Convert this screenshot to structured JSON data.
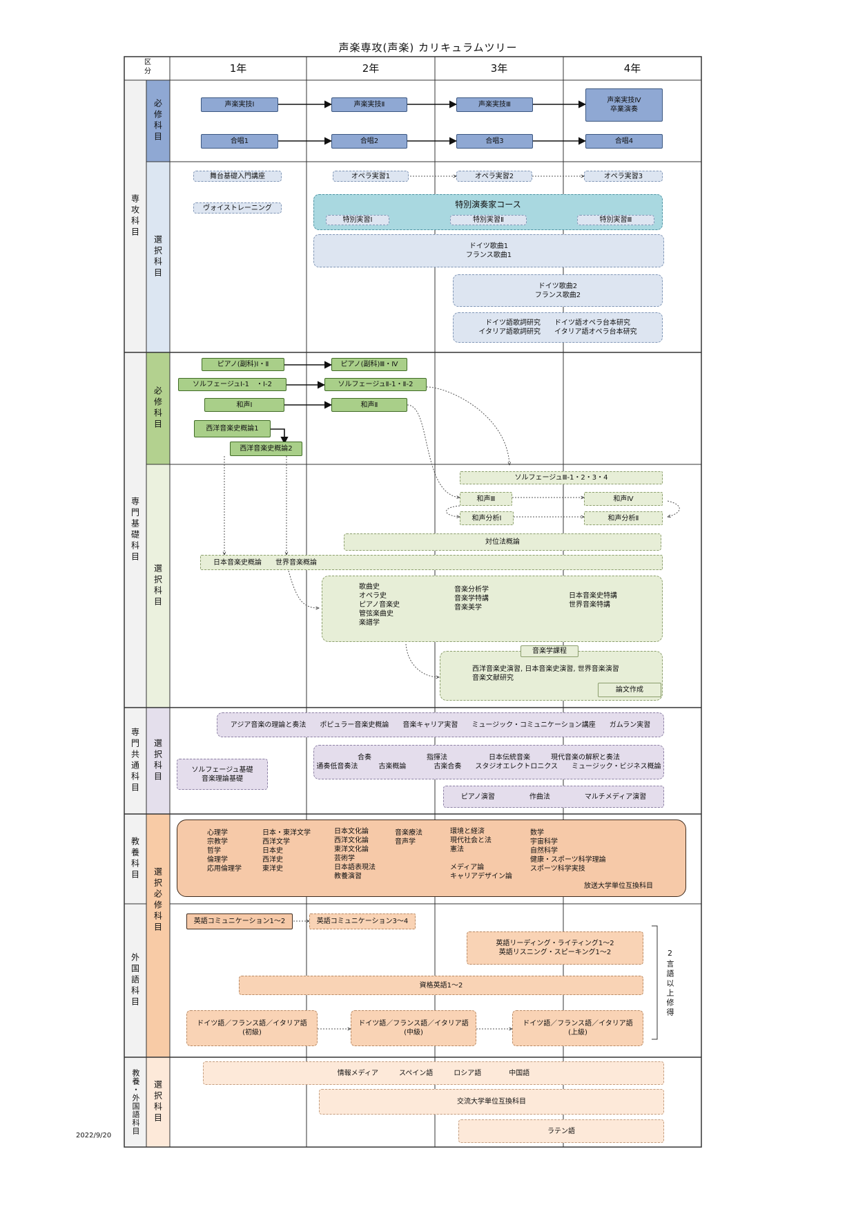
{
  "title": "声楽専攻(声楽) カリキュラムツリー",
  "date": "2022/9/20",
  "header": {
    "kubun": "区\n分",
    "years": [
      "1年",
      "2年",
      "3年",
      "4年"
    ]
  },
  "categories": {
    "senko": "専攻科目",
    "senmon_kiso": "専門基礎科目",
    "senmon_kyotsu": "専門共通科目",
    "kyoyo": "教養科目",
    "gaikokugo": "外国語科目",
    "kyoyo_gaikokugo": "教養・外国語科目",
    "hisshu": "必修科目",
    "sentaku": "選択科目",
    "sentaku_hisshu": "選択必修科目"
  },
  "colors": {
    "blue_band": "#8fa8d3",
    "blue_light_band": "#dce6f2",
    "green_band": "#b3d18f",
    "green_light_band": "#ebf1de",
    "purple_band": "#e4dfec",
    "orange_band": "#f8cba6",
    "orange_light_band": "#fde9d9"
  },
  "senko": {
    "jitsugi": [
      "声楽実技Ⅰ",
      "声楽実技Ⅱ",
      "声楽実技Ⅲ",
      "声楽実技Ⅳ\n卒業演奏"
    ],
    "gassho": [
      "合唱1",
      "合唱2",
      "合唱3",
      "合唱4"
    ],
    "butai": "舞台基礎入門講座",
    "voice": "ヴォイストレーニング",
    "opera": [
      "オペラ実習1",
      "オペラ実習2",
      "オペラ実習3"
    ],
    "tokubetsu_course": "特別演奏家コース",
    "tokubetsu": [
      "特別実習Ⅰ",
      "特別実習Ⅱ",
      "特別実習Ⅲ"
    ],
    "kakyoku1": "ドイツ歌曲1\nフランス歌曲1",
    "kakyoku2": "ドイツ歌曲2\nフランス歌曲2",
    "kashi": "ドイツ語歌詞研究　　ドイツ語オペラ台本研究\nイタリア語歌詞研究　　イタリア語オペラ台本研究"
  },
  "kiso": {
    "piano1": "ピアノ(副科)Ⅰ・Ⅱ",
    "piano2": "ピアノ(副科)Ⅲ・Ⅳ",
    "solfege1": "ソルフェージュⅠ-1　・Ⅰ-2",
    "solfege2": "ソルフェージュⅡ-1・Ⅱ-2",
    "wasei1": "和声Ⅰ",
    "wasei2": "和声Ⅱ",
    "seiyo1": "西洋音楽史概論1",
    "seiyo2": "西洋音楽史概論2",
    "solfege3": "ソルフェージュⅢ-1・2・3・4",
    "wasei3": "和声Ⅲ",
    "wasei4": "和声Ⅳ",
    "bunseki1": "和声分析Ⅰ",
    "bunseki2": "和声分析Ⅱ",
    "taii": "対位法概論",
    "nihon_gairon": "日本音楽史概論　　世界音楽概論",
    "shi_col1": "歌曲史\nオペラ史\nピアノ音楽史\n管弦楽曲史\n楽譜学",
    "shi_col2": "音楽分析学\n音楽学特講\n音楽美学",
    "shi_col3": "日本音楽史特講\n世界音楽特講",
    "ongakugaku": "音楽学課程",
    "enshu": "西洋音楽史演習, 日本音楽史演習, 世界音楽演習\n音楽文献研究",
    "ronbun": "論文作成"
  },
  "kyotsu": {
    "row1": "アジア音楽の理論と奏法　　ポピュラー音楽史概論　　音楽キャリア実習　　ミュージック・コミュニケーション講座　　ガムラン実習",
    "row2": "合奏　　　　　　　　指揮法　　　　　　日本伝統音楽　　　現代音楽の解釈と奏法\n通奏低音奏法　　　古楽概論　　　　古楽合奏　　スタジオエレクトロニクス　　ミュージック・ビジネス概論",
    "solfege_kiso": "ソルフェージュ基礎\n音楽理論基礎",
    "row3": "ピアノ演習　　　　　作曲法　　　　　マルチメディア演習"
  },
  "kyoyo": {
    "col1": "心理学\n宗教学\n哲学\n倫理学\n応用倫理学",
    "col2": "日本・東洋文学\n西洋文学\n日本史\n西洋史\n東洋史",
    "col3": "日本文化論\n西洋文化論\n東洋文化論\n芸術学\n日本語表現法\n教養演習",
    "col4": "音楽療法\n音声学",
    "col5": "環境と経済\n現代社会と法\n憲法\n\nメディア論\nキャリアデザイン論",
    "col6": "数学\n宇宙科学\n自然科学\n健康・スポーツ科学理論\nスポーツ科学実技",
    "hoso": "放送大学単位互換科目"
  },
  "gaikokugo": {
    "eigo1": "英語コミュニケーション1～2",
    "eigo3": "英語コミュニケーション3～4",
    "reading": "英語リーディング・ライティング1～2\n英語リスニング・スピーキング1～2",
    "shikaku": "資格英語1～2",
    "shokyu": "ドイツ語／フランス語／イタリア語\n(初級)",
    "chukyu": "ドイツ語／フランス語／イタリア語\n(中級)",
    "jokyu": "ドイツ語／フランス語／イタリア語\n(上級)",
    "note": "2言語以上修得"
  },
  "kyoyo_gaikokugo": {
    "row1": "情報メディア　　　スペイン語　　　ロシア語　　　　中国語",
    "koryu": "交流大学単位互換科目",
    "latin": "ラテン語"
  }
}
